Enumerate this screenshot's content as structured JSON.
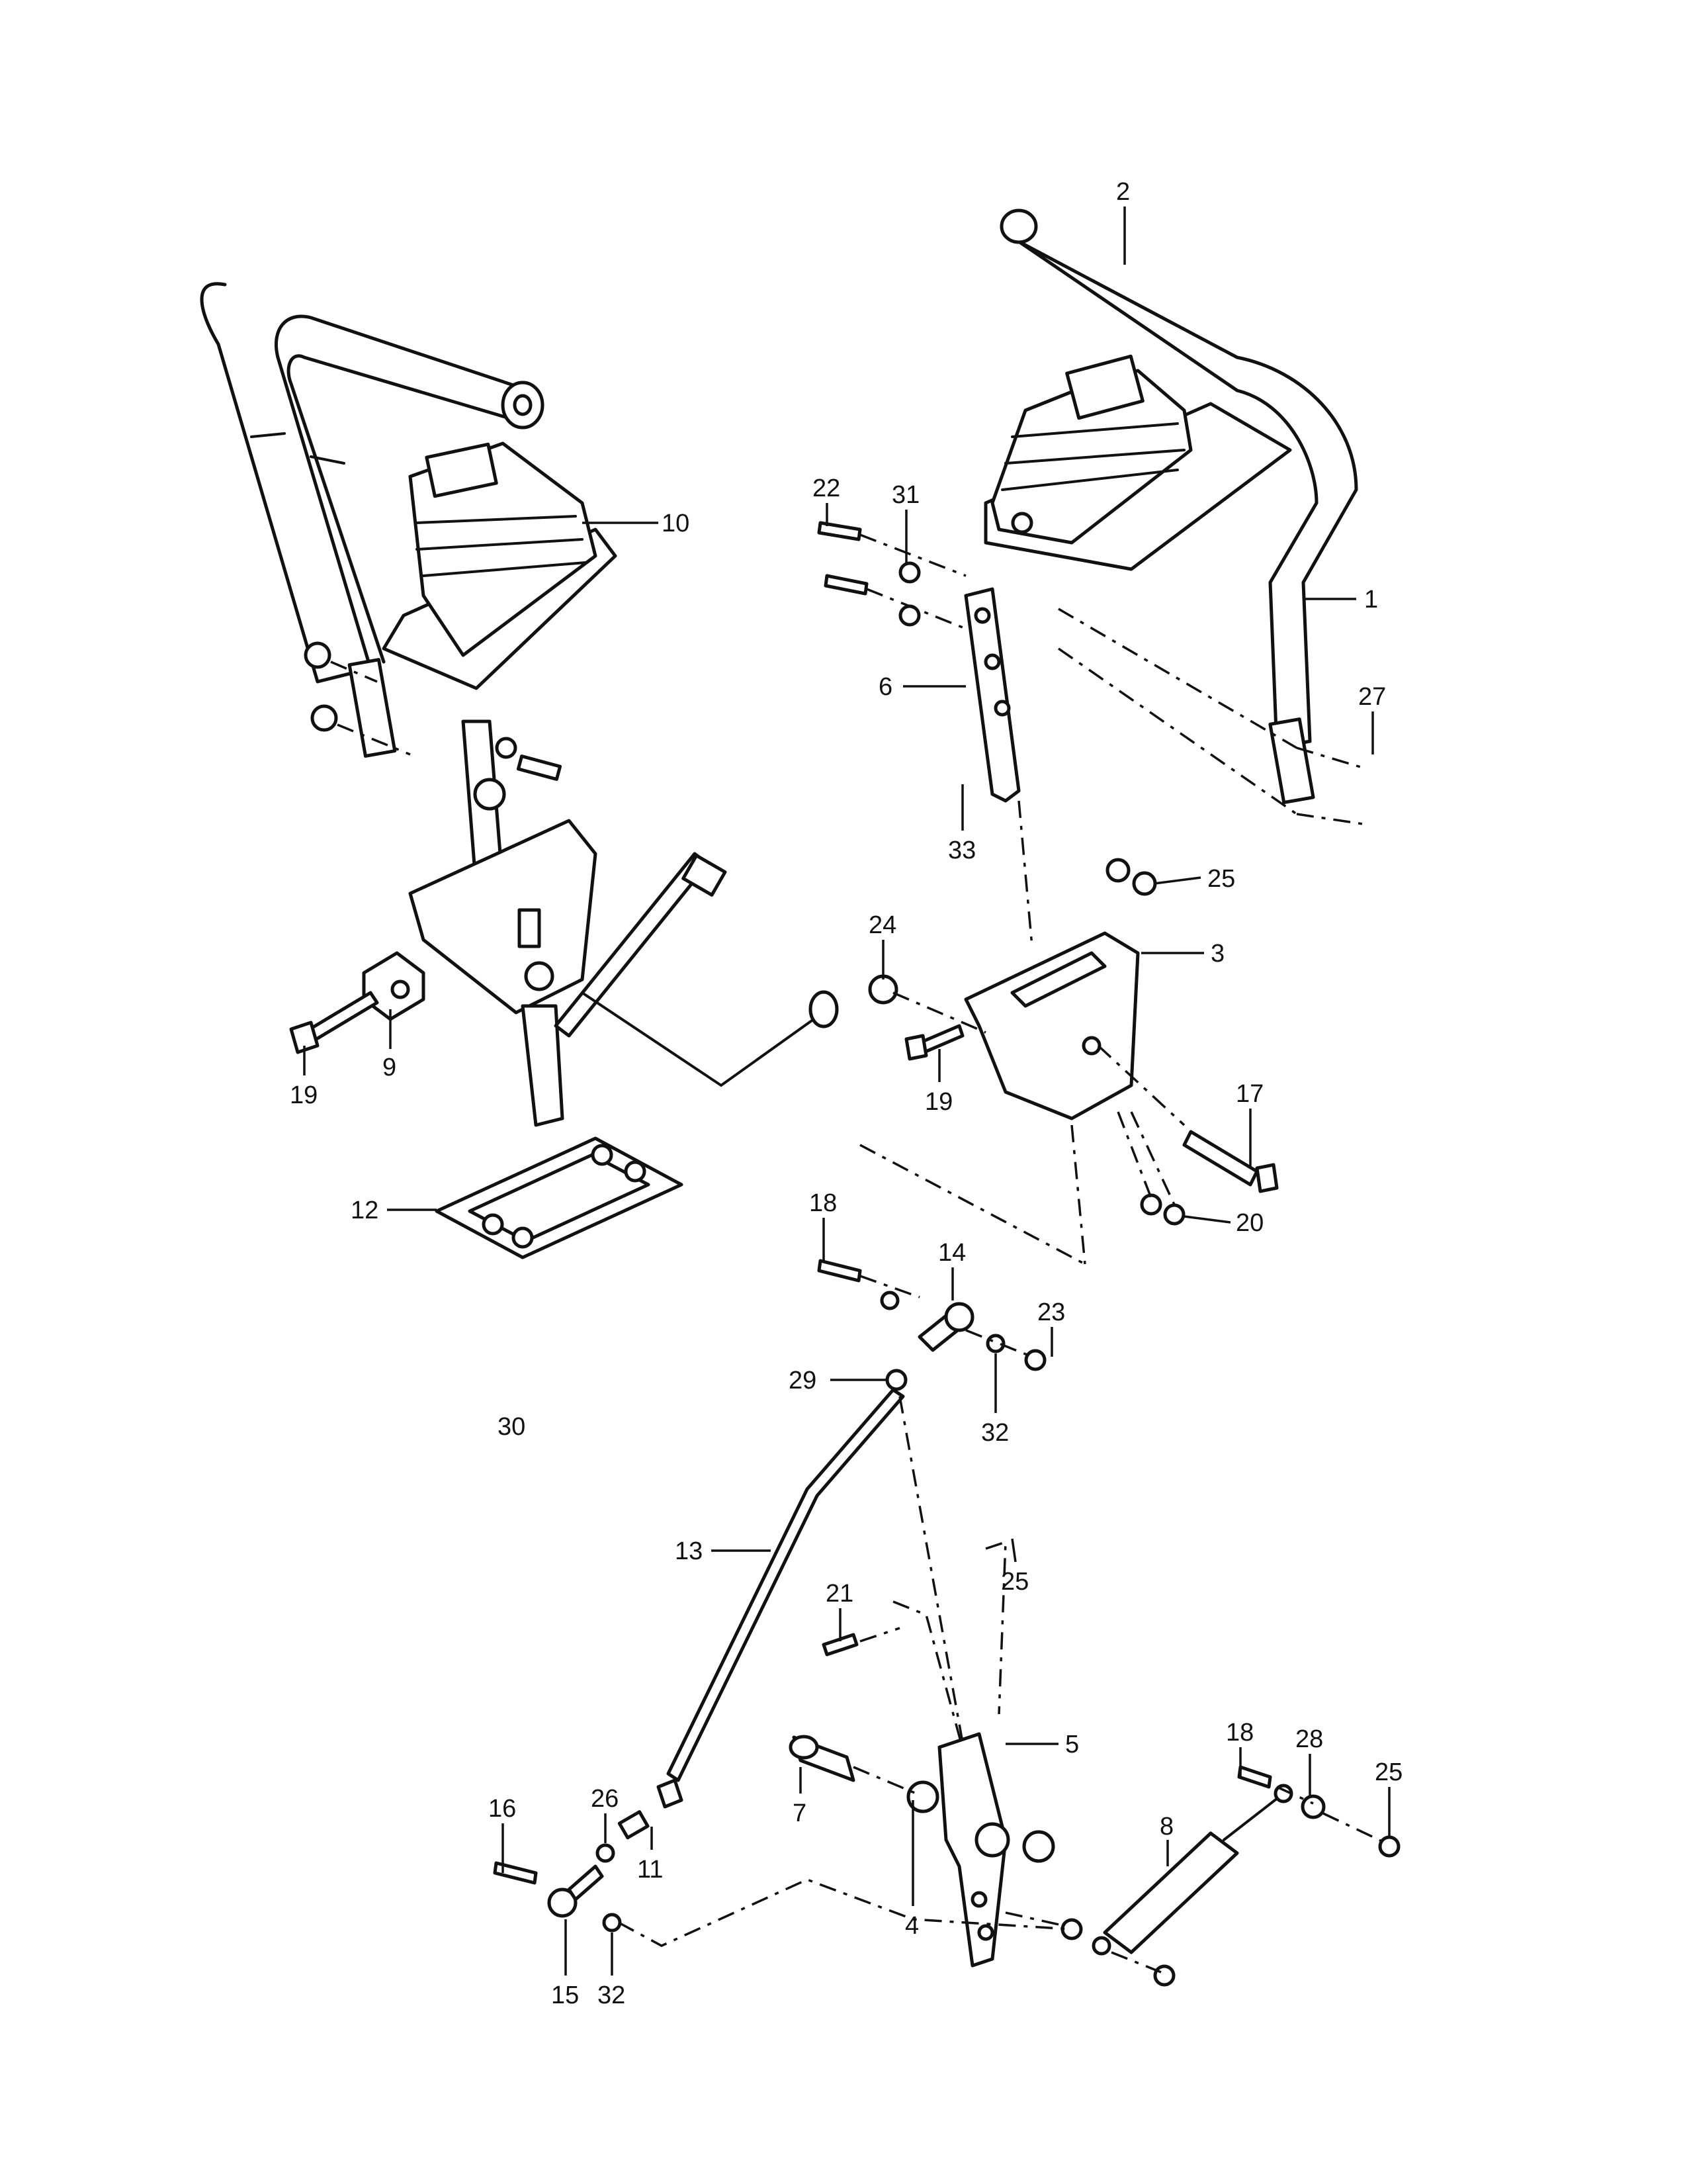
{
  "callouts": [
    {
      "id": "1",
      "text": "1"
    },
    {
      "id": "2",
      "text": "2"
    },
    {
      "id": "3",
      "text": "3"
    },
    {
      "id": "4",
      "text": "4"
    },
    {
      "id": "5",
      "text": "5"
    },
    {
      "id": "6",
      "text": "6"
    },
    {
      "id": "7",
      "text": "7"
    },
    {
      "id": "8",
      "text": "8"
    },
    {
      "id": "9",
      "text": "9"
    },
    {
      "id": "10",
      "text": "10"
    },
    {
      "id": "11",
      "text": "11"
    },
    {
      "id": "12",
      "text": "12"
    },
    {
      "id": "13",
      "text": "13"
    },
    {
      "id": "14",
      "text": "14"
    },
    {
      "id": "15",
      "text": "15"
    },
    {
      "id": "16",
      "text": "16"
    },
    {
      "id": "17",
      "text": "17"
    },
    {
      "id": "18a",
      "text": "18"
    },
    {
      "id": "18b",
      "text": "18"
    },
    {
      "id": "19a",
      "text": "19"
    },
    {
      "id": "19b",
      "text": "19"
    },
    {
      "id": "20",
      "text": "20"
    },
    {
      "id": "21",
      "text": "21"
    },
    {
      "id": "22",
      "text": "22"
    },
    {
      "id": "23",
      "text": "23"
    },
    {
      "id": "24",
      "text": "24"
    },
    {
      "id": "25a",
      "text": "25"
    },
    {
      "id": "25b",
      "text": "25"
    },
    {
      "id": "25c",
      "text": "25"
    },
    {
      "id": "26",
      "text": "26"
    },
    {
      "id": "27",
      "text": "27"
    },
    {
      "id": "28",
      "text": "28"
    },
    {
      "id": "29",
      "text": "29"
    },
    {
      "id": "30",
      "text": "30"
    },
    {
      "id": "31",
      "text": "31"
    },
    {
      "id": "32a",
      "text": "32"
    },
    {
      "id": "32b",
      "text": "32"
    },
    {
      "id": "33",
      "text": "33"
    }
  ]
}
